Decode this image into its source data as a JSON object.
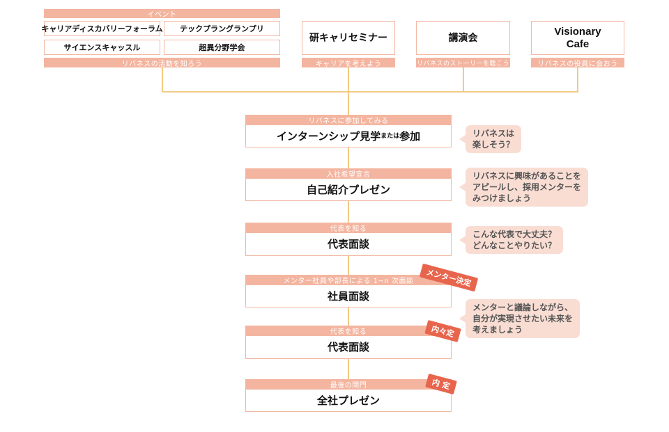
{
  "top": {
    "event": {
      "header": "イベント",
      "items": [
        "キャリアディスカバリーフォーラム",
        "テックプラングランプリ",
        "サイエンスキャッスル",
        "超異分野学会"
      ],
      "caption": "リバネスの活動を知ろう"
    },
    "seminar": {
      "title": "研キャリセミナー",
      "caption": "キャリアを考えよう"
    },
    "lecture": {
      "title": "講演会",
      "caption": "リバネスのストーリーを聴こう"
    },
    "cafe": {
      "title_line1": "Visionary",
      "title_line2": "Cafe",
      "caption": "リバネスの役員に会おう"
    }
  },
  "steps": [
    {
      "header": "リバネスに参加してみる",
      "title_a": "インターンシップ見学",
      "title_small": "または",
      "title_b": "参加"
    },
    {
      "header": "入社希望宣言",
      "title": "自己紹介プレゼン"
    },
    {
      "header": "代表を知る",
      "title": "代表面談"
    },
    {
      "header": "メンター社員や部長による 1~n 次面談",
      "title": "社員面談",
      "badge": "メンター決定"
    },
    {
      "header": "代表を知る",
      "title": "代表面談",
      "badge": "内々定"
    },
    {
      "header": "最後の関門",
      "title": "全社プレゼン",
      "badge": "内 定"
    }
  ],
  "bubbles": [
    {
      "line1": "リバネスは",
      "line2": "楽しそう？"
    },
    {
      "line1": "リバネスに興味があることを",
      "line2": "アピールし、採用メンターを",
      "line3": "みつけましょう"
    },
    {
      "line1": "こんな代表で大丈夫？",
      "line2": "どんなことやりたい？"
    },
    {
      "line1": "メンターと議論しながら、",
      "line2": "自分が実現させたい未来を",
      "line3": "考えましょう"
    }
  ],
  "colors": {
    "header_bar": "#f4b5a0",
    "connector": "#f0cb86",
    "bubble": "#f9ddd3",
    "badge": "#e8654d"
  }
}
